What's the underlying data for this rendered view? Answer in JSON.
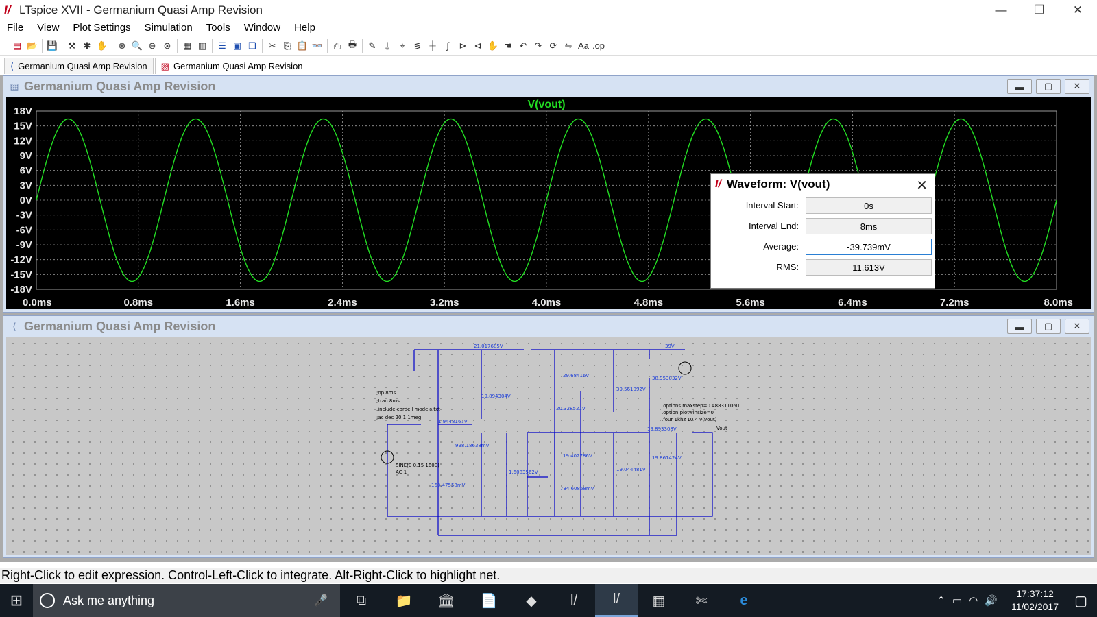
{
  "window": {
    "title": "LTspice XVII - Germanium Quasi Amp Revision",
    "minimize": "—",
    "restore": "❐",
    "close": "✕"
  },
  "menu": [
    "File",
    "View",
    "Plot Settings",
    "Simulation",
    "Tools",
    "Window",
    "Help"
  ],
  "tabs": [
    {
      "label": "Germanium Quasi Amp Revision",
      "icon": "schematic-icon"
    },
    {
      "label": "Germanium Quasi Amp Revision",
      "icon": "waveform-icon"
    }
  ],
  "plot_pane": {
    "title": "Germanium Quasi Amp Revision",
    "trace_label": "V(vout)",
    "trace_color": "#22dd22"
  },
  "schematic_pane": {
    "title": "Germanium Quasi Amp Revision",
    "directives": [
      ";op 8ms",
      ";tran 8ms",
      ".include cordell models.txt",
      ";ac dec 20 1 1meg"
    ],
    "options": [
      ".options maxstep=0.48831106u",
      ".option plotwinsize=0",
      ".four 1khz 10 4 v(vout)"
    ],
    "source": [
      "SINE(0 0.15 1000)",
      "AC 1"
    ],
    "labels": {
      "n1": "21.017685V",
      "n2": "39V",
      "n3": "19.894304V",
      "n4": "1.9448167V",
      "n5": "29.68416V",
      "n6": "20.328521V",
      "n7": "39.561092V",
      "n8": "38.953032V",
      "n9": "998.18638mV",
      "n10": "1.6083562V",
      "n11": "19.893308V",
      "n12": "19.402786V",
      "n13": "19.044481V",
      "n14": "19.861424V",
      "n15": "163.47558mV",
      "n16": "734.60868mV",
      "vout": "Vout"
    }
  },
  "dialog": {
    "title": "Waveform: V(vout)",
    "rows": [
      {
        "label": "Interval Start:",
        "value": "0s"
      },
      {
        "label": "Interval End:",
        "value": "8ms"
      },
      {
        "label": "Average:",
        "value": "-39.739mV"
      },
      {
        "label": "RMS:",
        "value": "11.613V"
      }
    ]
  },
  "status": "Right-Click to edit expression. Control-Left-Click to integrate. Alt-Right-Click to highlight net.",
  "taskbar": {
    "search_placeholder": "Ask me anything",
    "time": "17:37:12",
    "date": "11/02/2017"
  },
  "chart_data": {
    "type": "line",
    "title": "V(vout)",
    "xlabel": "",
    "ylabel": "",
    "x_ticks": [
      "0.0ms",
      "0.8ms",
      "1.6ms",
      "2.4ms",
      "3.2ms",
      "4.0ms",
      "4.8ms",
      "5.6ms",
      "6.4ms",
      "7.2ms",
      "8.0ms"
    ],
    "y_ticks": [
      "18V",
      "15V",
      "12V",
      "9V",
      "6V",
      "3V",
      "0V",
      "-3V",
      "-6V",
      "-9V",
      "-12V",
      "-15V",
      "-18V"
    ],
    "xlim": [
      0,
      8
    ],
    "ylim": [
      -18,
      18
    ],
    "grid": true,
    "series": [
      {
        "name": "V(vout)",
        "waveform": "sine",
        "amplitude_v": 16.4,
        "frequency_hz": 1000,
        "offset_v": 0
      }
    ]
  }
}
